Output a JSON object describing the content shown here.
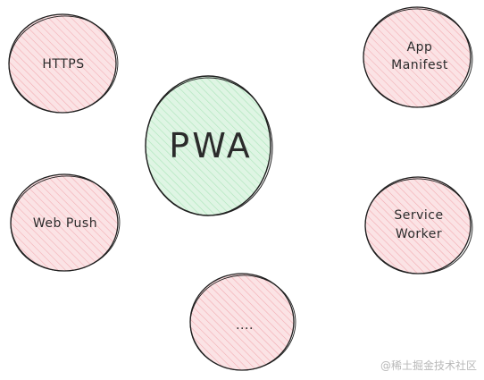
{
  "diagram": {
    "center": {
      "label": "PWA",
      "fill": "#dff5e4"
    },
    "satellites": [
      {
        "id": "https",
        "lines": [
          "HTTPS"
        ],
        "fill": "#fbe3e5"
      },
      {
        "id": "app-manifest",
        "lines": [
          "App",
          "Manifest"
        ],
        "fill": "#fbe3e5"
      },
      {
        "id": "web-push",
        "lines": [
          "Web Push"
        ],
        "fill": "#fbe3e5"
      },
      {
        "id": "service-worker",
        "lines": [
          "Service",
          "Worker"
        ],
        "fill": "#fbe3e5"
      },
      {
        "id": "more",
        "lines": [
          "...."
        ],
        "fill": "#fbe3e5"
      }
    ],
    "stroke": "#1e1e1e"
  },
  "watermark": "@稀土掘金技术社区"
}
